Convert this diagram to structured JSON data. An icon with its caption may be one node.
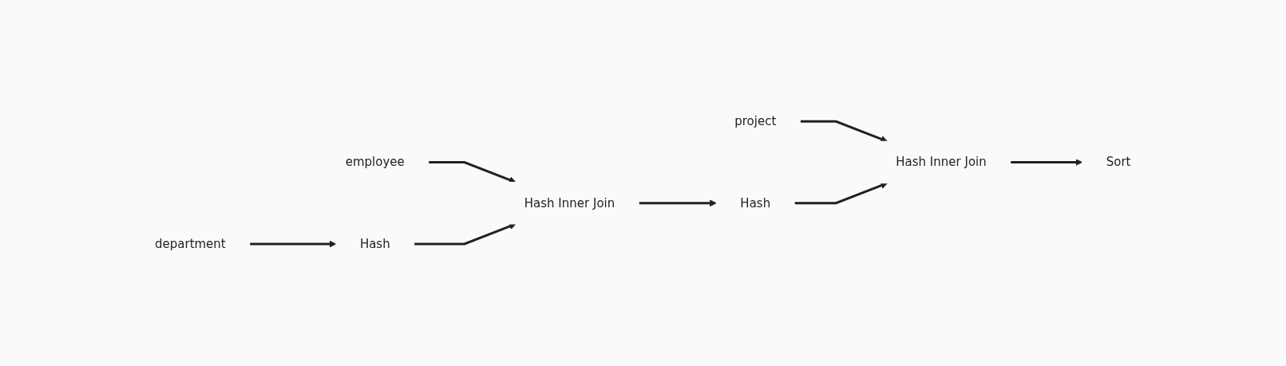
{
  "diagram": {
    "nodes": [
      {
        "text": [
          "department"
        ]
      },
      {
        "text": [
          "Hash"
        ]
      },
      {
        "text": [
          "employee"
        ]
      },
      {
        "text": [
          "Hash Inner Join"
        ]
      },
      {
        "text": [
          "Hash"
        ]
      },
      {
        "text": [
          "project"
        ]
      },
      {
        "text": [
          "Hash Inner Join"
        ]
      },
      {
        "text": [
          "Sort"
        ]
      }
    ],
    "edges": [
      {
        "from": 0,
        "to": 1,
        "arrow": "to"
      },
      {
        "from": 2,
        "to": 3,
        "arrow": "to"
      },
      {
        "from": 1,
        "to": 3,
        "arrow": "to"
      },
      {
        "from": 3,
        "to": 4,
        "arrow": "to"
      },
      {
        "from": 5,
        "to": 6,
        "arrow": "to"
      },
      {
        "from": 4,
        "to": 6,
        "arrow": "to"
      },
      {
        "from": 6,
        "to": 7,
        "arrow": "to"
      }
    ]
  }
}
